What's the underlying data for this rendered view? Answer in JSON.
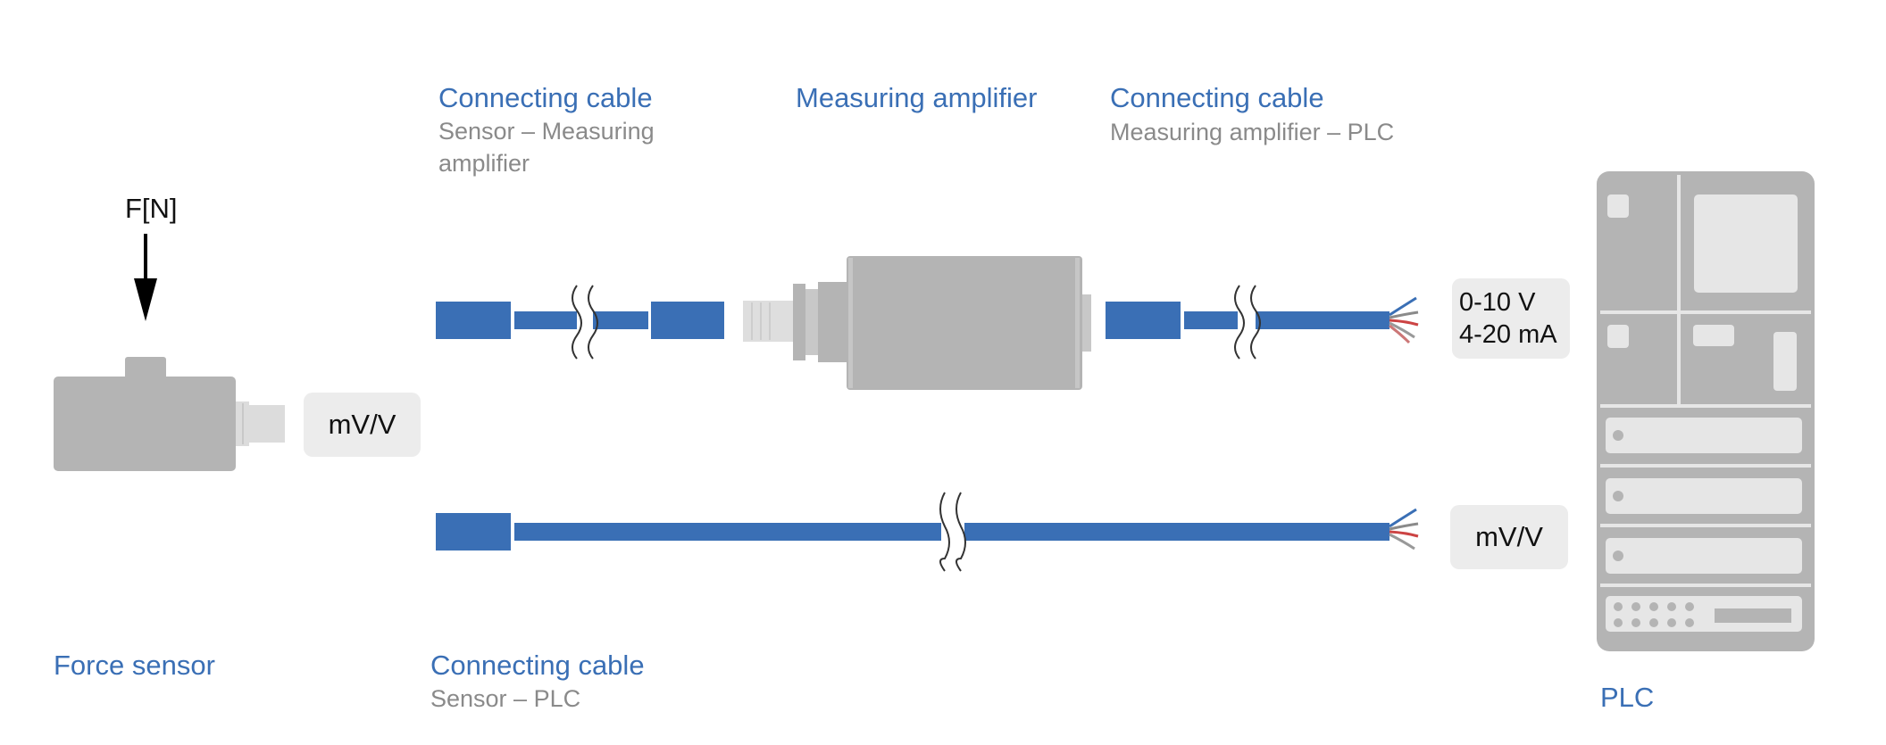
{
  "force_label": "F[N]",
  "components": {
    "force_sensor": "Force sensor",
    "cable_sensor_amp": {
      "title": "Connecting cable",
      "subtitle_line1": "Sensor – Measuring",
      "subtitle_line2": "amplifier"
    },
    "amplifier": "Measuring amplifier",
    "cable_amp_plc": {
      "title": "Connecting cable",
      "subtitle": "Measuring amplifier – PLC"
    },
    "cable_sensor_plc": {
      "title": "Connecting cable",
      "subtitle": "Sensor – PLC"
    },
    "plc": "PLC"
  },
  "signals": {
    "sensor_output": "mV/V",
    "amp_output_voltage": "0-10 V",
    "amp_output_current": "4-20 mA",
    "direct_output": "mV/V"
  },
  "colors": {
    "cable_blue": "#3a6fb5",
    "device_gray": "#b4b4b4",
    "label_blue": "#3a6fb5",
    "subtitle_gray": "#8a8a8a",
    "badge_bg": "#ececec"
  }
}
